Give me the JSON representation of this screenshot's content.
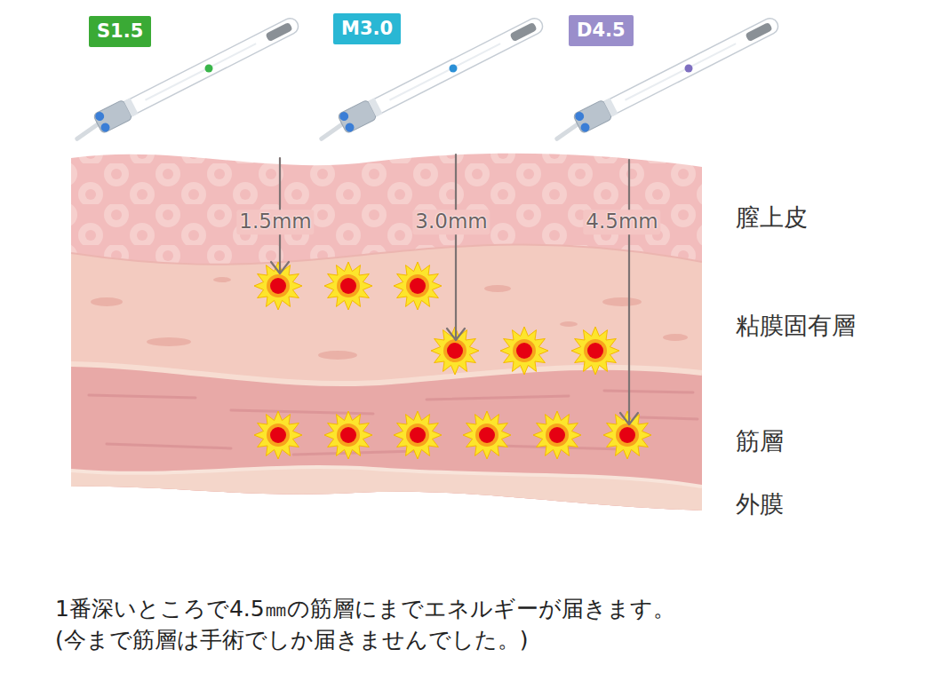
{
  "diagram": {
    "nodes": [
      {
        "text": [
          "S1.5"
        ]
      },
      {
        "text": [
          "M3.0"
        ]
      },
      {
        "text": [
          "D4.5"
        ]
      }
    ],
    "labels": [
      "1.5mm",
      "3.0mm",
      "4.5mm",
      "膣上皮",
      "粘膜固有層",
      "筋層",
      "外膜",
      "1番深いところで4.5㎜の筋層にまでエネルギーが届きます。",
      "(今まで筋層は手術でしか届きませんでした。)"
    ]
  }
}
